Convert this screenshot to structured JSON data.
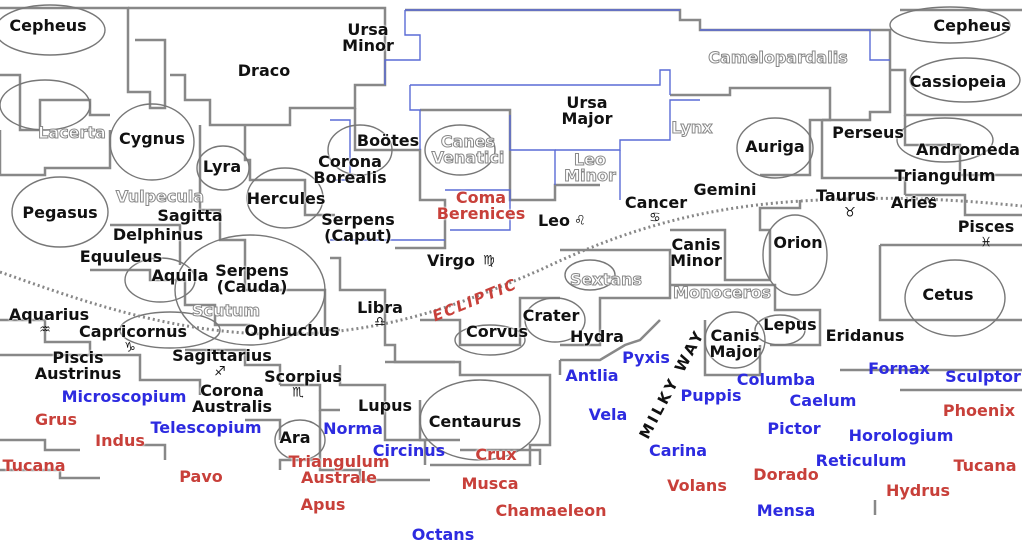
{
  "colors": {
    "boundary": "#888888",
    "region_outline": "#777777",
    "blue_line": "#5a6bd6",
    "red_label": "#c8403a",
    "blue_label": "#2d2be0",
    "black_label": "#111111"
  },
  "labels": {
    "cepheus_l": [
      "Cepheus"
    ],
    "ursa_minor": [
      "Ursa",
      "Minor"
    ],
    "draco": [
      "Draco"
    ],
    "camelopardalis": [
      "Camelopardalis"
    ],
    "cepheus_r": [
      "Cepheus"
    ],
    "cassiopeia": [
      "Cassiopeia"
    ],
    "lacerta": [
      "Lacerta"
    ],
    "cygnus": [
      "Cygnus"
    ],
    "lyra": [
      "Lyra"
    ],
    "bootes": [
      "Boötes"
    ],
    "canes_venatici": [
      "Canes",
      "Venatici"
    ],
    "ursa_major": [
      "Ursa",
      "Major"
    ],
    "lynx": [
      "Lynx"
    ],
    "leo_minor": [
      "Leo",
      "Minor"
    ],
    "auriga": [
      "Auriga"
    ],
    "perseus": [
      "Perseus"
    ],
    "andromeda": [
      "Andromeda"
    ],
    "triangulum": [
      "Triangulum"
    ],
    "corona_borealis": [
      "Corona",
      "Borealis"
    ],
    "vulpecula": [
      "Vulpecula"
    ],
    "hercules": [
      "Hercules"
    ],
    "pegasus": [
      "Pegasus"
    ],
    "sagitta": [
      "Sagitta"
    ],
    "delphinus": [
      "Delphinus"
    ],
    "serpens_caput": [
      "Serpens",
      "(Caput)"
    ],
    "coma_berenices": [
      "Coma",
      "Berenices"
    ],
    "leo": [
      "Leo"
    ],
    "cancer": [
      "Cancer"
    ],
    "gemini": [
      "Gemini"
    ],
    "taurus": [
      "Taurus"
    ],
    "aries": [
      "Aries"
    ],
    "pisces": [
      "Pisces"
    ],
    "equuleus": [
      "Equuleus"
    ],
    "orion": [
      "Orion"
    ],
    "canis_minor": [
      "Canis",
      "Minor"
    ],
    "virgo": [
      "Virgo"
    ],
    "aquila": [
      "Aquila"
    ],
    "serpens_cauda": [
      "Serpens",
      "(Cauda)"
    ],
    "sextans": [
      "Sextans"
    ],
    "cetus": [
      "Cetus"
    ],
    "monoceros": [
      "Monoceros"
    ],
    "scutum": [
      "Scutum"
    ],
    "libra": [
      "Libra"
    ],
    "aquarius": [
      "Aquarius"
    ],
    "crater": [
      "Crater"
    ],
    "lepus": [
      "Lepus"
    ],
    "capricornus": [
      "Capricornus"
    ],
    "ophiuchus": [
      "Ophiuchus"
    ],
    "corvus": [
      "Corvus"
    ],
    "hydra": [
      "Hydra"
    ],
    "eridanus": [
      "Eridanus"
    ],
    "canis_major": [
      "Canis",
      "Major"
    ],
    "piscis_austrinus": [
      "Piscis",
      "Austrinus"
    ],
    "sagittarius": [
      "Sagittarius"
    ],
    "pyxis": [
      "Pyxis"
    ],
    "antlia": [
      "Antlia"
    ],
    "fornax": [
      "Fornax"
    ],
    "sculptor": [
      "Sculptor"
    ],
    "scorpius": [
      "Scorpius"
    ],
    "columba": [
      "Columba"
    ],
    "microscopium": [
      "Microscopium"
    ],
    "corona_australis": [
      "Corona",
      "Australis"
    ],
    "puppis": [
      "Puppis"
    ],
    "caelum": [
      "Caelum"
    ],
    "lupus": [
      "Lupus"
    ],
    "grus": [
      "Grus"
    ],
    "vela": [
      "Vela"
    ],
    "phoenix": [
      "Phoenix"
    ],
    "centaurus": [
      "Centaurus"
    ],
    "telescopium": [
      "Telescopium"
    ],
    "norma": [
      "Norma"
    ],
    "pictor": [
      "Pictor"
    ],
    "ara": [
      "Ara"
    ],
    "horologium": [
      "Horologium"
    ],
    "indus": [
      "Indus"
    ],
    "circinus": [
      "Circinus"
    ],
    "carina": [
      "Carina"
    ],
    "crux": [
      "Crux"
    ],
    "triangulum_australe": [
      "Triangulum",
      "Australe"
    ],
    "reticulum": [
      "Reticulum"
    ],
    "tucana_l": [
      "Tucana"
    ],
    "tucana_r": [
      "Tucana"
    ],
    "pavo": [
      "Pavo"
    ],
    "dorado": [
      "Dorado"
    ],
    "musca": [
      "Musca"
    ],
    "volans": [
      "Volans"
    ],
    "hydrus": [
      "Hydrus"
    ],
    "apus": [
      "Apus"
    ],
    "chamaeleon": [
      "Chamaeleon"
    ],
    "mensa": [
      "Mensa"
    ],
    "octans": [
      "Octans"
    ]
  },
  "annotations": {
    "ecliptic": "ECLIPTIC",
    "milky_way": "MILKY WAY"
  },
  "zodiac_symbols": {
    "leo": "♌",
    "cancer": "♋",
    "taurus": "♉",
    "aries": "♈",
    "pisces": "♓",
    "virgo": "♍",
    "libra": "♎",
    "aquarius": "♒",
    "capricornus": "♑",
    "sagittarius": "♐",
    "scorpius": "♏"
  }
}
